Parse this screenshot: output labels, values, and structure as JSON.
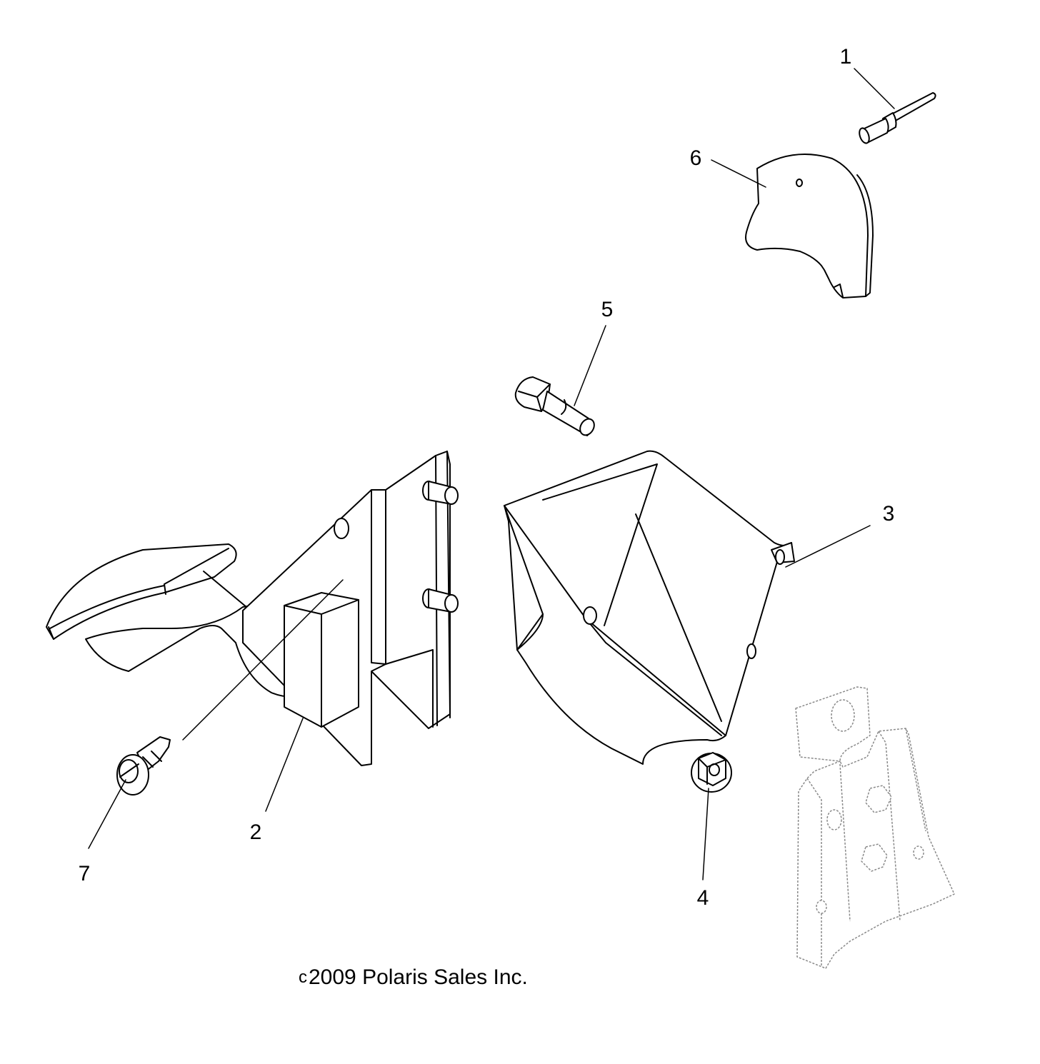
{
  "callouts": [
    {
      "id": "1",
      "label": "1"
    },
    {
      "id": "2",
      "label": "2"
    },
    {
      "id": "3",
      "label": "3"
    },
    {
      "id": "4",
      "label": "4"
    },
    {
      "id": "5",
      "label": "5"
    },
    {
      "id": "6",
      "label": "6"
    },
    {
      "id": "7",
      "label": "7"
    }
  ],
  "copyright": {
    "symbol": "c",
    "text": "2009 Polaris Sales Inc."
  }
}
